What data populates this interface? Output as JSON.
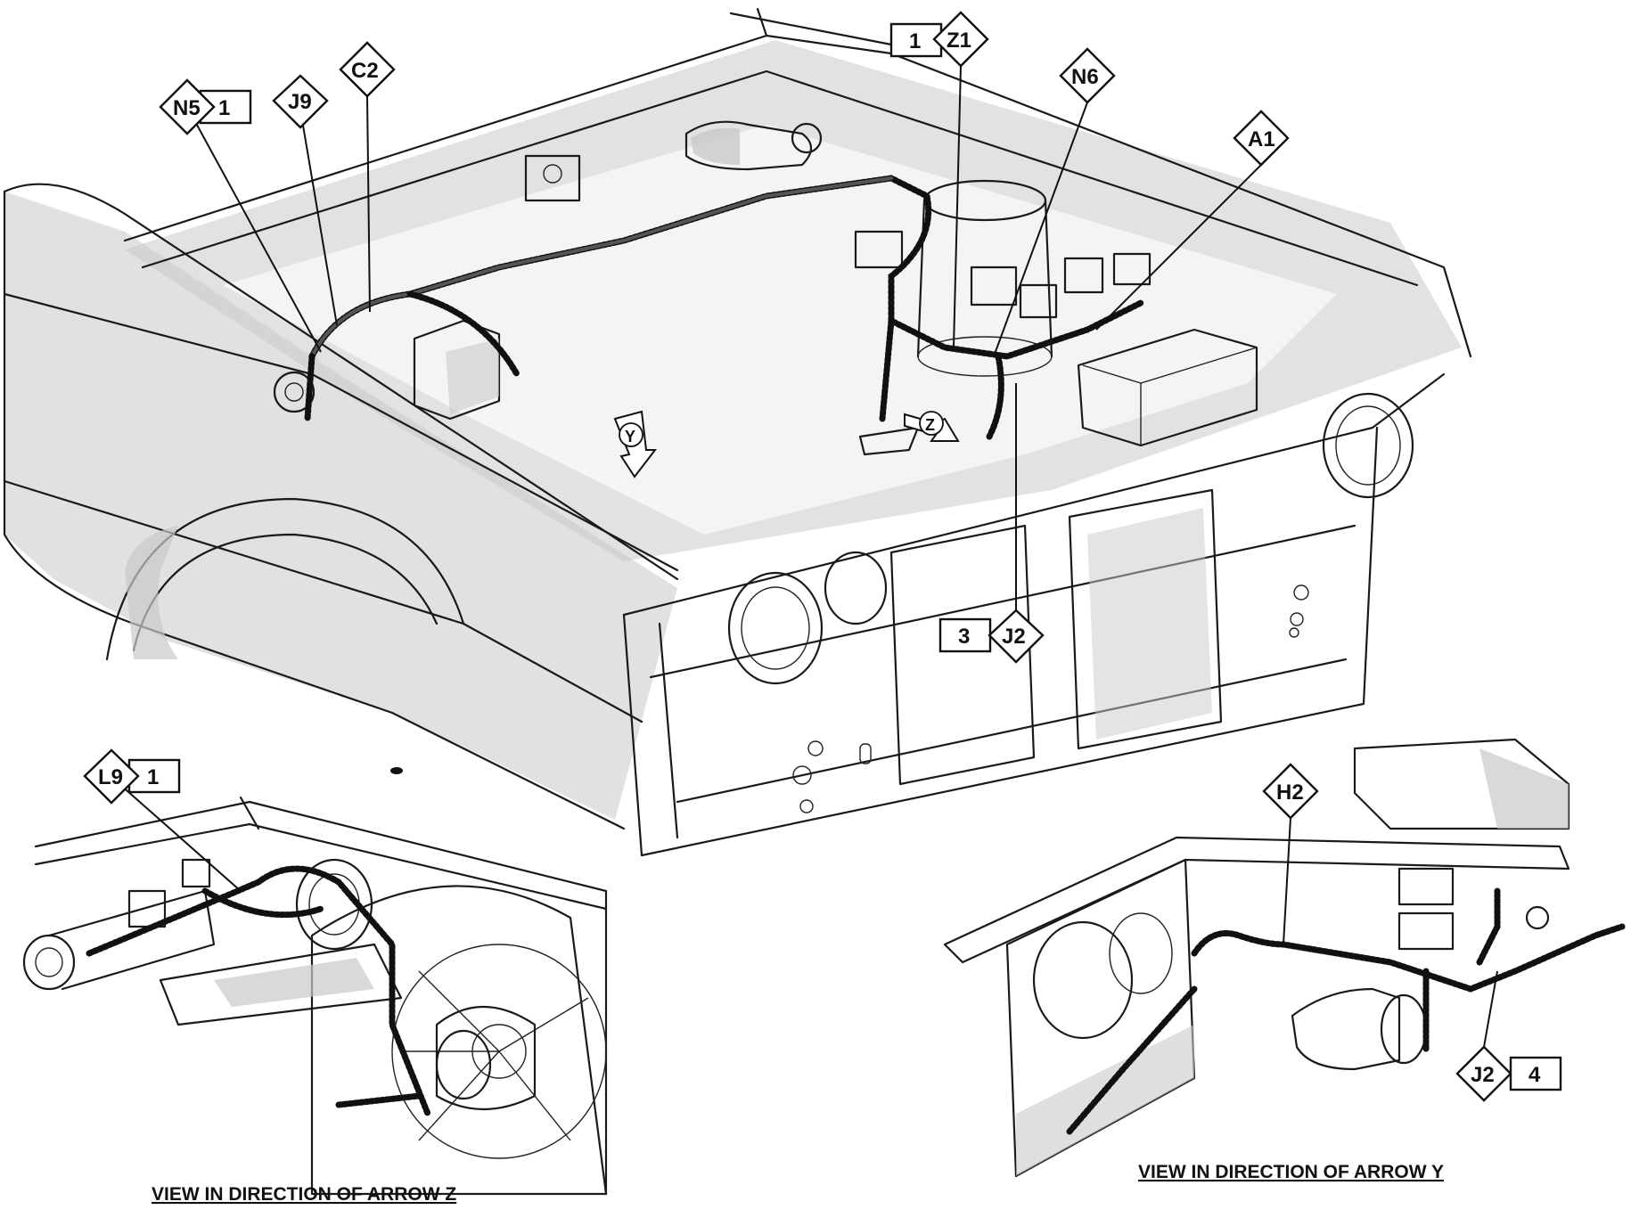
{
  "callouts": {
    "N5": {
      "code": "N5",
      "num": "1"
    },
    "J9": {
      "code": "J9"
    },
    "C2": {
      "code": "C2"
    },
    "Z1": {
      "code": "Z1",
      "num": "1"
    },
    "N6": {
      "code": "N6"
    },
    "A1": {
      "code": "A1"
    },
    "J2_main": {
      "code": "J2",
      "num": "3"
    },
    "L9": {
      "code": "L9",
      "num": "1"
    },
    "H2": {
      "code": "H2"
    },
    "J2_detail": {
      "code": "J2",
      "num": "4"
    }
  },
  "arrows": {
    "Y": "Y",
    "Z": "Z"
  },
  "captions": {
    "view_z": "VIEW IN DIRECTION OF ARROW Z",
    "view_y": "VIEW IN DIRECTION OF ARROW Y"
  }
}
